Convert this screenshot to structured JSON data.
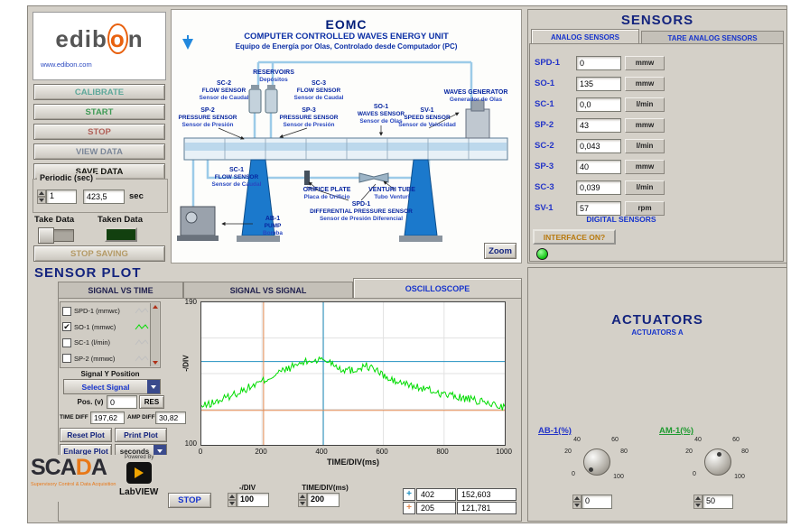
{
  "brand": {
    "logo_pre": "edib",
    "logo_o": "o",
    "logo_post": "n",
    "website": "www.edibon.com",
    "scada_p1": "SCA",
    "scada_p2": "D",
    "scada_p3": "A",
    "scada_tagline": "Supervisory Control & Data Acquisition",
    "powered_by": "Powered By",
    "labview": "LabVIEW"
  },
  "controls": {
    "calibrate": "CALIBRATE",
    "start": "START",
    "stop": "STOP",
    "view_data": "VIEW DATA",
    "save_data": "SAVE DATA",
    "periodic_label": "Periodic (sec)",
    "periodic_value": "1",
    "elapsed_value": "423,5",
    "elapsed_unit": "sec",
    "take_data_label": "Take Data",
    "taken_data_label": "Taken Data",
    "stop_saving": "STOP SAVING"
  },
  "diagram": {
    "title": "EOMC",
    "subtitle_en": "COMPUTER CONTROLLED WAVES ENERGY UNIT",
    "subtitle_es": "Equipo de Energía por Olas, Controlado desde Computador (PC)",
    "zoom_button": "Zoom",
    "labels": [
      {
        "name": "SC-2",
        "l1": "FLOW SENSOR",
        "l2": "Sensor de Caudal"
      },
      {
        "name": "RESERVOIRS",
        "l1": "Depósitos",
        "l2": ""
      },
      {
        "name": "SC-3",
        "l1": "FLOW SENSOR",
        "l2": "Sensor de Caudal"
      },
      {
        "name": "SP-2",
        "l1": "PRESSURE SENSOR",
        "l2": "Sensor de Presión"
      },
      {
        "name": "SP-3",
        "l1": "PRESSURE SENSOR",
        "l2": "Sensor de Presión"
      },
      {
        "name": "SO-1",
        "l1": "WAVES SENSOR",
        "l2": "Sensor de Olas"
      },
      {
        "name": "SV-1",
        "l1": "SPEED SENSOR",
        "l2": "Sensor de Velocidad"
      },
      {
        "name": "WAVES GENERATOR",
        "l1": "Generador de Olas",
        "l2": ""
      },
      {
        "name": "SC-1",
        "l1": "FLOW SENSOR",
        "l2": "Sensor de Caudal"
      },
      {
        "name": "ORIFICE PLATE",
        "l1": "Placa de Orificio",
        "l2": ""
      },
      {
        "name": "VENTURI TUBE",
        "l1": "Tubo Venturi",
        "l2": ""
      },
      {
        "name": "SPD-1",
        "l1": "DIFFERENTIAL PRESSURE SENSOR",
        "l2": "Sensor de Presión Diferencial"
      },
      {
        "name": "AB-1",
        "l1": "PUMP",
        "l2": "Bomba"
      }
    ]
  },
  "sensors": {
    "title": "SENSORS",
    "tab_analog": "ANALOG SENSORS",
    "tab_tare": "TARE ANALOG SENSORS",
    "rows": [
      {
        "name": "SPD-1",
        "value": "0",
        "unit": "mmw"
      },
      {
        "name": "SO-1",
        "value": "135",
        "unit": "mmw"
      },
      {
        "name": "SC-1",
        "value": "0,0",
        "unit": "l/min"
      },
      {
        "name": "SP-2",
        "value": "43",
        "unit": "mmw"
      },
      {
        "name": "SC-2",
        "value": "0,043",
        "unit": "l/min"
      },
      {
        "name": "SP-3",
        "value": "40",
        "unit": "mmw"
      },
      {
        "name": "SC-3",
        "value": "0,039",
        "unit": "l/min"
      },
      {
        "name": "SV-1",
        "value": "57",
        "unit": "rpm"
      }
    ],
    "digital_label": "DIGITAL SENSORS",
    "interface_label": "INTERFACE ON?"
  },
  "actuators": {
    "title": "ACTUATORS",
    "subtitle": "ACTUATORS A",
    "knobs": [
      {
        "label": "AB-1(%)",
        "value": "0",
        "label_color": "#2334c8",
        "ticks": [
          "0",
          "20",
          "40",
          "60",
          "80",
          "100"
        ]
      },
      {
        "label": "AM-1(%)",
        "value": "50",
        "label_color": "#1f9a30",
        "ticks": [
          "0",
          "20",
          "40",
          "60",
          "80",
          "100"
        ]
      }
    ]
  },
  "plot": {
    "header": "SENSOR PLOT",
    "tabs": [
      {
        "label": "SIGNAL VS TIME"
      },
      {
        "label": "SIGNAL VS SIGNAL"
      },
      {
        "label": "OSCILLOSCOPE"
      }
    ],
    "active_tab": "OSCILLOSCOPE",
    "legend": [
      {
        "label": "SPD-1 (mmwc)",
        "checked": false,
        "color": "#c0c0c0"
      },
      {
        "label": "SO-1 (mmwc)",
        "checked": true,
        "color": "#00dc00"
      },
      {
        "label": "SC-1 (l/min)",
        "checked": false,
        "color": "#c0c0c0"
      },
      {
        "label": "SP-2 (mmwc)",
        "checked": false,
        "color": "#c0c0c0"
      }
    ],
    "signal_y_position": "Signal Y Position",
    "select_signal": "Select Signal",
    "pos_label": "Pos. (v)",
    "pos_value": "0",
    "res_button": "RES",
    "time_diff_label": "TIME DIFF",
    "time_diff_value": "197,62",
    "amp_diff_label": "AMP DIFF",
    "amp_diff_value": "30,82",
    "reset_plot": "Reset Plot",
    "print_plot": "Print Plot",
    "enlarge_plot": "Enlarge Plot",
    "time_unit": "seconds",
    "stop_button": "STOP",
    "y_label": "-/DIV",
    "x_label": "TIME/DIV(ms)",
    "y_top": "190",
    "y_bottom": "100",
    "x_ticks": [
      "0",
      "200",
      "400",
      "600",
      "800",
      "1000"
    ],
    "div_label": "-/DIV",
    "div_value": "100",
    "timediv_label": "TIME/DIV(ms)",
    "timediv_value": "200",
    "cursor_rows": [
      {
        "x": "402",
        "y": "152,603"
      },
      {
        "x": "205",
        "y": "121,781"
      }
    ]
  },
  "chart_data": {
    "type": "line",
    "title": "",
    "xlabel": "TIME/DIV(ms)",
    "ylabel": "-/DIV",
    "xlim": [
      0,
      1000
    ],
    "ylim": [
      100,
      190
    ],
    "x_tick_step": 200,
    "grid": true,
    "legend_position": "left",
    "series": [
      {
        "name": "SO-1 (mmwc)",
        "color": "#00dc00",
        "x": [
          0,
          60,
          120,
          200,
          260,
          320,
          360,
          400,
          430,
          460,
          500,
          540,
          570,
          620,
          700,
          800,
          900,
          1000
        ],
        "y": [
          124,
          128,
          133,
          140,
          146,
          151,
          153,
          154,
          152,
          148,
          147,
          150,
          148,
          141,
          137,
          132,
          128,
          124
        ]
      }
    ],
    "noise": 2.5,
    "cursors": [
      {
        "x": 402,
        "y": 152.603,
        "color": "#2090c0"
      },
      {
        "x": 205,
        "y": 121.781,
        "color": "#e08850"
      }
    ]
  }
}
